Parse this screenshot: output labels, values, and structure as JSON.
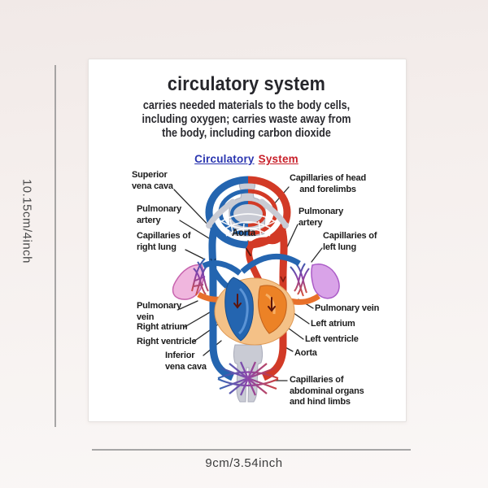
{
  "card": {
    "title": "circulatory system",
    "subtitle_lines": [
      "carries needed materials to the body cells,",
      "including oxygen; carries waste away from",
      "the body, including carbon dioxide"
    ],
    "heading_word_blue": "Circulatory",
    "heading_word_red": "System"
  },
  "diagram": {
    "labels": {
      "superior_vena_cava": "Superior vena cava",
      "pulmonary_artery_left": "Pulmonary artery",
      "capillaries_right_lung": "Capillaries of right lung",
      "pulmonary_vein_left": "Pulmonary vein",
      "right_atrium": "Right atrium",
      "right_ventricle": "Right ventricle",
      "inferior_vena_cava": "Inferior vena cava",
      "aorta_top": "Aorta",
      "capillaries_head": "Capillaries of head and forelimbs",
      "pulmonary_artery_right": "Pulmonary artery",
      "capillaries_left_lung": "Capillaries of left lung",
      "pulmonary_vein_right": "Pulmonary vein",
      "left_atrium": "Left atrium",
      "left_ventricle": "Left ventricle",
      "aorta_bottom": "Aorta",
      "capillaries_abdominal": "Capillaries of abdominal organs and hind limbs"
    },
    "colors": {
      "heading_blue": "#2a35b0",
      "heading_red": "#c8202a",
      "artery_red": "#d23a26",
      "vein_blue": "#2465b0",
      "pulmonary_orange": "#e8702a",
      "heart_tan": "#f4c187",
      "lung_pink": "#f0b6de",
      "lung_violet": "#d9a3e8",
      "body_gray": "#c9cbd4"
    }
  },
  "dimensions": {
    "height_label": "10.15cm/4inch",
    "width_label": "9cm/3.54inch"
  }
}
